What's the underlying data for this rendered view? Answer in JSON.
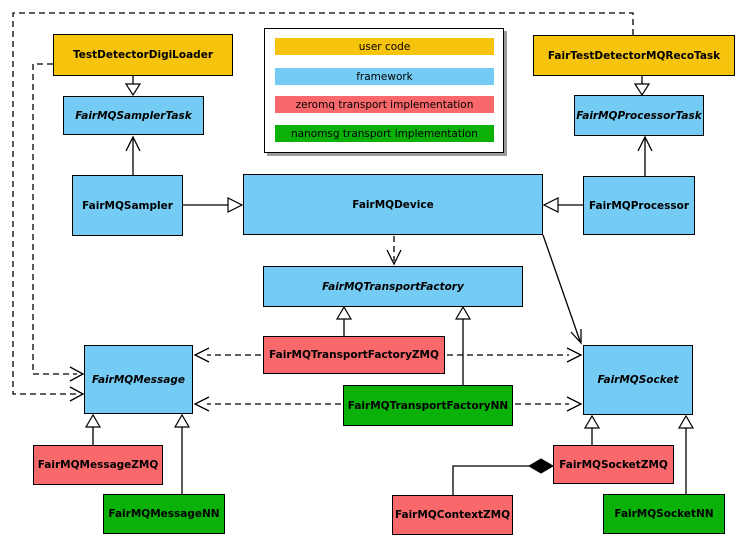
{
  "legend": {
    "items": [
      {
        "label": "user code",
        "color": "#F6C40D"
      },
      {
        "label": "framework",
        "color": "#74CCF4"
      },
      {
        "label": "zeromq transport implementation",
        "color": "#F9696C"
      },
      {
        "label": "nanomsg transport implementation",
        "color": "#09B109"
      }
    ]
  },
  "colors": {
    "user_code": "#F6C40D",
    "framework": "#74CCF4",
    "zeromq": "#F9696C",
    "nanomsg": "#09B109",
    "line": "#000000",
    "background": "#ffffff"
  },
  "nodes": {
    "testDetectorDigiLoader": {
      "label": "TestDetectorDigiLoader",
      "category": "user code",
      "abstract": false
    },
    "fairTestDetectorMQRecoTask": {
      "label": "FairTestDetectorMQRecoTask",
      "category": "user code",
      "abstract": false
    },
    "fairMQSamplerTask": {
      "label": "FairMQSamplerTask",
      "category": "framework",
      "abstract": true
    },
    "fairMQProcessorTask": {
      "label": "FairMQProcessorTask",
      "category": "framework",
      "abstract": true
    },
    "fairMQSampler": {
      "label": "FairMQSampler",
      "category": "framework",
      "abstract": false
    },
    "fairMQDevice": {
      "label": "FairMQDevice",
      "category": "framework",
      "abstract": false
    },
    "fairMQProcessor": {
      "label": "FairMQProcessor",
      "category": "framework",
      "abstract": false
    },
    "fairMQTransportFactory": {
      "label": "FairMQTransportFactory",
      "category": "framework",
      "abstract": true
    },
    "fairMQTransportFactoryZMQ": {
      "label": "FairMQTransportFactoryZMQ",
      "category": "zeromq",
      "abstract": false
    },
    "fairMQTransportFactoryNN": {
      "label": "FairMQTransportFactoryNN",
      "category": "nanomsg",
      "abstract": false
    },
    "fairMQMessage": {
      "label": "FairMQMessage",
      "category": "framework",
      "abstract": true
    },
    "fairMQSocket": {
      "label": "FairMQSocket",
      "category": "framework",
      "abstract": true
    },
    "fairMQMessageZMQ": {
      "label": "FairMQMessageZMQ",
      "category": "zeromq",
      "abstract": false
    },
    "fairMQMessageNN": {
      "label": "FairMQMessageNN",
      "category": "nanomsg",
      "abstract": false
    },
    "fairMQContextZMQ": {
      "label": "FairMQContextZMQ",
      "category": "zeromq",
      "abstract": false
    },
    "fairMQSocketZMQ": {
      "label": "FairMQSocketZMQ",
      "category": "zeromq",
      "abstract": false
    },
    "fairMQSocketNN": {
      "label": "FairMQSocketNN",
      "category": "nanomsg",
      "abstract": false
    }
  },
  "edges": [
    {
      "from": "TestDetectorDigiLoader",
      "to": "FairMQSamplerTask",
      "head": "hollow-triangle",
      "line": "solid"
    },
    {
      "from": "FairTestDetectorMQRecoTask",
      "to": "FairMQProcessorTask",
      "head": "hollow-triangle",
      "line": "solid"
    },
    {
      "from": "FairMQSampler",
      "to": "FairMQSamplerTask",
      "head": "open-arrow",
      "line": "solid"
    },
    {
      "from": "FairMQProcessor",
      "to": "FairMQProcessorTask",
      "head": "open-arrow",
      "line": "solid"
    },
    {
      "from": "FairMQSampler",
      "to": "FairMQDevice",
      "head": "hollow-triangle",
      "line": "solid"
    },
    {
      "from": "FairMQProcessor",
      "to": "FairMQDevice",
      "head": "hollow-triangle",
      "line": "solid"
    },
    {
      "from": "FairMQDevice",
      "to": "FairMQTransportFactory",
      "head": "open-arrow",
      "line": "dashed"
    },
    {
      "from": "FairMQDevice",
      "to": "FairMQSocket",
      "head": "open-arrow",
      "line": "solid"
    },
    {
      "from": "FairMQTransportFactoryZMQ",
      "to": "FairMQTransportFactory",
      "head": "hollow-triangle",
      "line": "solid"
    },
    {
      "from": "FairMQTransportFactoryNN",
      "to": "FairMQTransportFactory",
      "head": "hollow-triangle",
      "line": "solid"
    },
    {
      "from": "FairMQTransportFactoryZMQ",
      "to": "FairMQMessage",
      "head": "open-arrow",
      "line": "dashed"
    },
    {
      "from": "FairMQTransportFactoryNN",
      "to": "FairMQMessage",
      "head": "open-arrow",
      "line": "dashed"
    },
    {
      "from": "FairMQTransportFactoryZMQ",
      "to": "FairMQSocket",
      "head": "open-arrow",
      "line": "dashed"
    },
    {
      "from": "FairMQTransportFactoryNN",
      "to": "FairMQSocket",
      "head": "open-arrow",
      "line": "dashed"
    },
    {
      "from": "TestDetectorDigiLoader",
      "to": "FairMQMessage",
      "head": "open-arrow",
      "line": "dashed"
    },
    {
      "from": "FairTestDetectorMQRecoTask",
      "to": "FairMQMessage",
      "head": "open-arrow",
      "line": "dashed"
    },
    {
      "from": "FairMQMessageZMQ",
      "to": "FairMQMessage",
      "head": "hollow-triangle",
      "line": "solid"
    },
    {
      "from": "FairMQMessageNN",
      "to": "FairMQMessage",
      "head": "hollow-triangle",
      "line": "solid"
    },
    {
      "from": "FairMQSocketZMQ",
      "to": "FairMQSocket",
      "head": "hollow-triangle",
      "line": "solid"
    },
    {
      "from": "FairMQSocketNN",
      "to": "FairMQSocket",
      "head": "hollow-triangle",
      "line": "solid"
    },
    {
      "from": "FairMQContextZMQ",
      "to": "FairMQSocketZMQ",
      "head": "filled-diamond",
      "line": "solid"
    }
  ]
}
